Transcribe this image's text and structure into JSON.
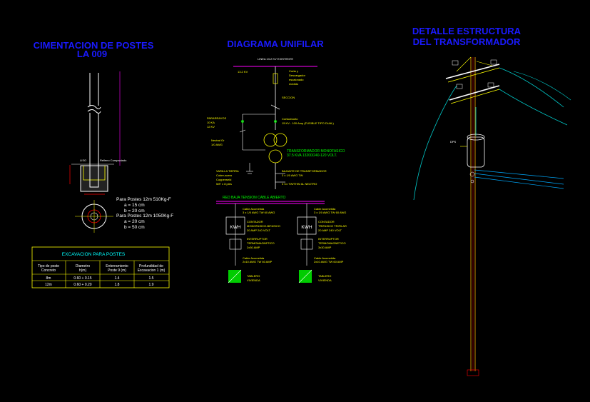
{
  "titles": {
    "foundation": [
      "CIMENTACION DE POSTES",
      "LA 009"
    ],
    "unifilar": "DIAGRAMA UNIFILAR",
    "structure": [
      "DETALLE ESTRUCTURA",
      "DEL TRANSFORMADOR"
    ]
  },
  "foundation": {
    "spec1": [
      "Para Postes 12m 510Kg-F",
      "a = 15 cm",
      "b = 20 cm"
    ],
    "spec2": [
      "Para Postes 12m 1050Kg-F",
      "a = 20 cm",
      "b = 50 cm"
    ],
    "table": {
      "title": "EXCAVACION  PARA  POSTES",
      "headers": [
        [
          "Tipo de poste",
          "Concreto"
        ],
        [
          "Diametro",
          "h(m)"
        ],
        [
          "Enterramiento",
          "Poste 9 (m)"
        ],
        [
          "Profundidad de",
          "Excavacion 1 (m)"
        ]
      ],
      "rows": [
        [
          "8m",
          "0.60 + 0.15",
          "1.4",
          "1.5"
        ],
        [
          "12m",
          "0.60 + 0.20",
          "1.8",
          "1.9"
        ]
      ]
    }
  },
  "unifilar": {
    "top_label": "LINEA 13.2 KV EXISTENTE",
    "k1": "13.2 KV",
    "k2": "SECCION",
    "fuse_label": [
      "Corta y",
      "Descargador",
      "escalonado",
      "medido"
    ],
    "left_labels": [
      "PARARRAYOS",
      "10 KA",
      "12 KV"
    ],
    "right_labels": [
      "Cortacircuito",
      "15 KV - 100 Amp (FUSIBLE TIPO DUAL)"
    ],
    "neutral_label": [
      "Neutral Gr",
      "1/0 AWG"
    ],
    "transformer_label": [
      "TRANSFORMADOR MONOFASICO",
      "37.5 KVA  13200/240-120 VOLT."
    ],
    "ground_label": [
      "VARILLA TIERRA",
      "Cobre-acero",
      "Copperweld",
      "5/8\" x 8 pies"
    ],
    "bajante": [
      "BAJANTE DE TRANSFORMADOR",
      "3 x 1/0 AWG TW"
    ],
    "bajante2": "3 Cx TW/THW AL NEUTRO",
    "network_title": "RED BAJA TENSION  CABLE ABIERTO",
    "col1": {
      "top": [
        "Cable Acometida",
        "3 x 1/0 AWG TW 60 AWG"
      ],
      "meter": "KWH",
      "mid": [
        "CONTADOR",
        "MONOFASICO-BIFASICO",
        "20 AMP 240 VOLT"
      ],
      "brk": [
        "INTERRUPTOR",
        "TERMOMAGNETICO",
        "2x30 AMP"
      ],
      "bot": [
        "Cable Acometida",
        "2x10 AWG TW 60 AMP"
      ],
      "load": [
        "TABLERO",
        "VIVIENDA"
      ]
    },
    "col2": {
      "top": [
        "Cable Acometida",
        "3 x 1/0 AWG TW 60 AWG"
      ],
      "meter": "KWH",
      "mid": [
        "CONTADOR",
        "TRIFASICO TRIFILAR",
        "20 AMP 240 VOLT"
      ],
      "brk": [
        "INTERRUPTOR",
        "TERMOMAGNETICO",
        "3x30 AMP"
      ],
      "bot": [
        "Cable Acometida",
        "2x10 AWG TW 60 AMP"
      ],
      "load": [
        "TABLERO",
        "VIVIENDA"
      ]
    }
  },
  "structure": {
    "dps": "DPS"
  }
}
